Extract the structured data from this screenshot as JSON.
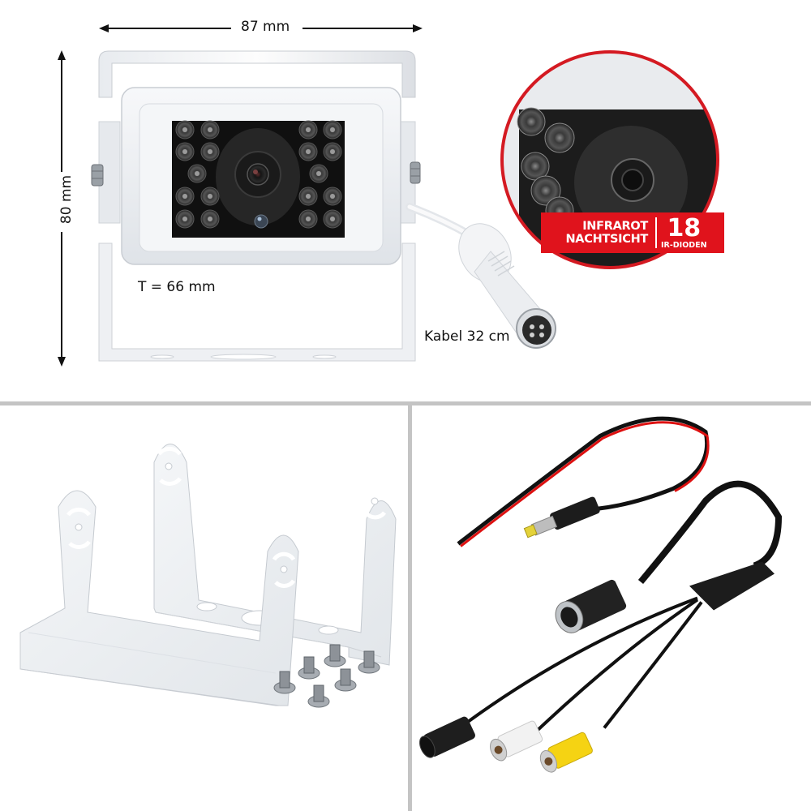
{
  "top_panel": {
    "dimensions": {
      "width_label": "87 mm",
      "height_label": "80 mm",
      "depth_label": "T = 66 mm",
      "cable_label": "Kabel 32 cm"
    },
    "badge": {
      "line1": "INFRAROT",
      "line2": "NACHTSICHT",
      "count": "18",
      "count_label": "IR-DIODEN"
    },
    "product": "white-rear-view-camera",
    "ir_led_count": 18
  },
  "bottom_left_panel": {
    "product": "mounting-brackets-and-screws",
    "bracket_count": 2,
    "screw_count": 6
  },
  "bottom_right_panel": {
    "product": "cable-set",
    "items": [
      "power-cable-red-black-with-dc-plug",
      "4-pin-adapter-cable-with-dc-jack-and-rca"
    ],
    "rca_colors": [
      "#f2f2f2",
      "#f5d313"
    ]
  },
  "colors": {
    "badge_red": "#e0131c",
    "divider": "#c4c4c4",
    "background": "#ffffff",
    "text": "#111111"
  }
}
